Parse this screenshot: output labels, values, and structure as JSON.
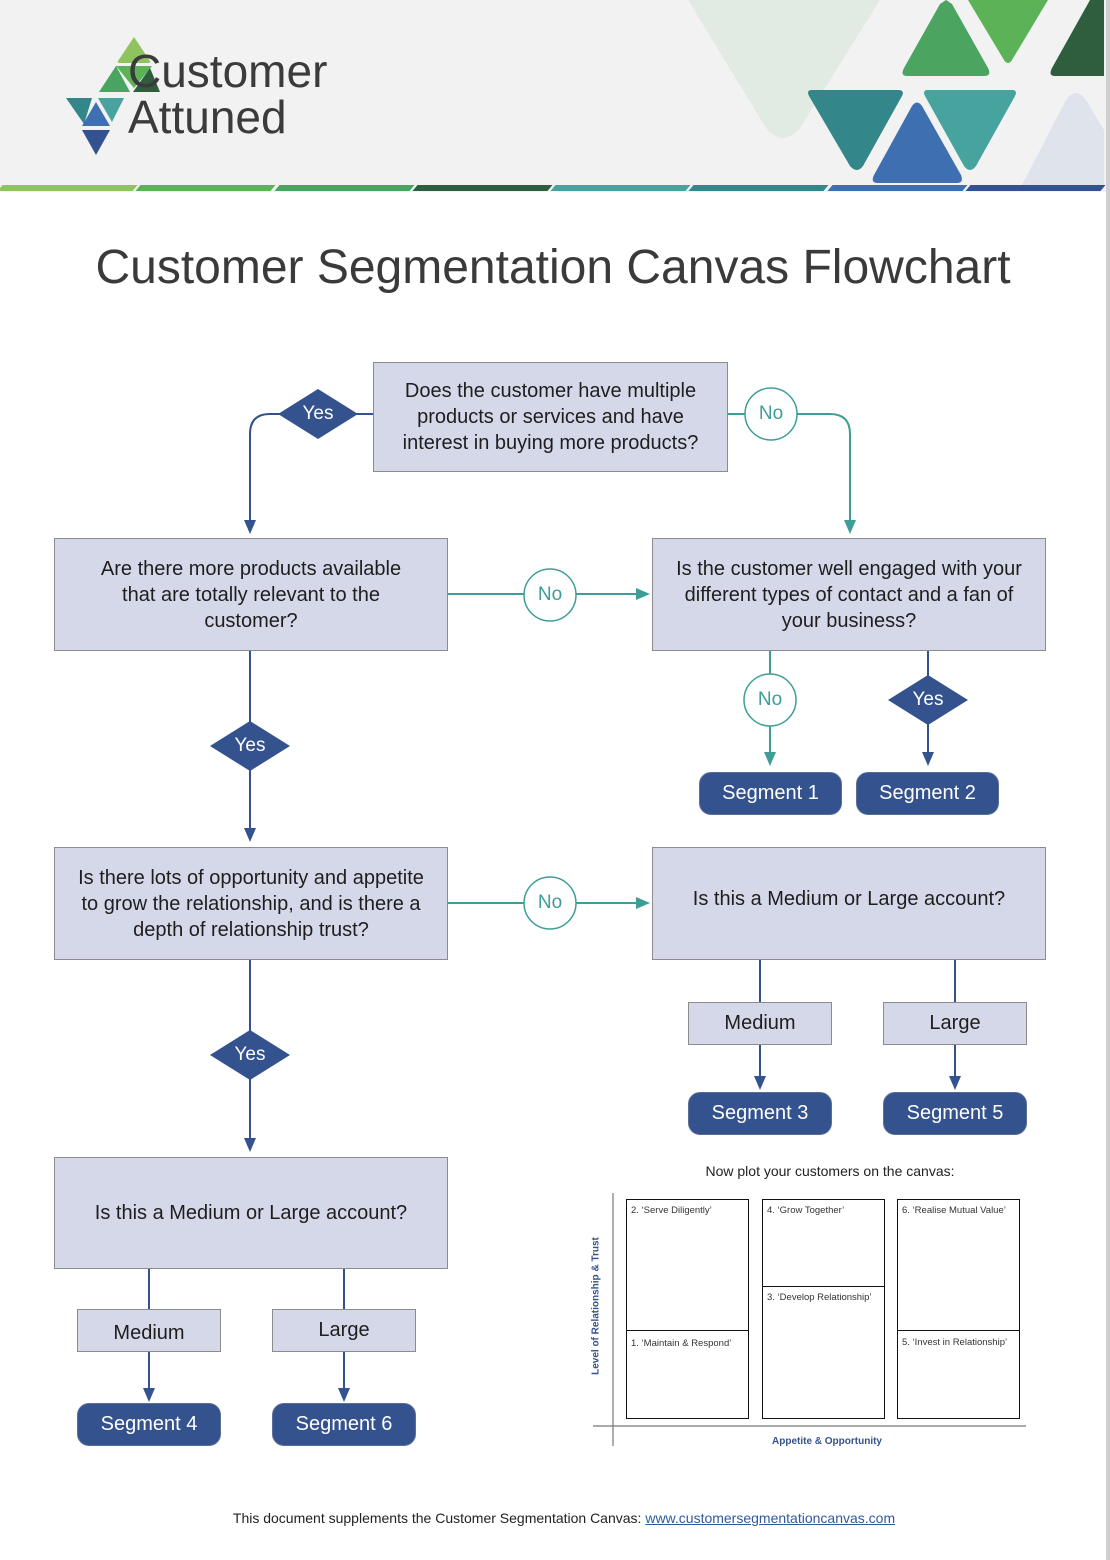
{
  "header": {
    "brand_line1": "Customer",
    "brand_line2": "Attuned",
    "stripe_colors": [
      "#8fc35f",
      "#5cb256",
      "#4aa461",
      "#2e5e3e",
      "#46a39d",
      "#33878a",
      "#3e6fb0",
      "#33528f"
    ],
    "accent_colors": {
      "navy": "#34528e",
      "teal": "#3d9e97",
      "box_fill": "#d5d8e9"
    }
  },
  "title": "Customer Segmentation Canvas Flowchart",
  "flowchart": {
    "q1": "Does the customer have multiple products or services and have interest in buying more products?",
    "q2": "Are there more products available that are totally relevant to the customer?",
    "q3": "Is the customer well engaged with your different types of contact and a fan of your business?",
    "q4": "Is there lots of opportunity and appetite to grow the relationship, and is there a depth of relationship trust?",
    "q5": "Is this a Medium or Large account?",
    "q6": "Is this a Medium or Large account?",
    "yes": "Yes",
    "no": "No",
    "medium": "Medium",
    "large": "Large",
    "segments": [
      "Segment 1",
      "Segment 2",
      "Segment 3",
      "Segment 4",
      "Segment 5",
      "Segment 6"
    ]
  },
  "canvas": {
    "intro": "Now plot your customers on the canvas:",
    "y_axis": "Level of Relationship & Trust",
    "x_axis": "Appetite & Opportunity",
    "cells": [
      "2. ‘Serve Diligently’",
      "1. ‘Maintain & Respond’",
      "4. ‘Grow Together’",
      "3. ‘Develop Relationship’",
      "6. ‘Realise Mutual Value’",
      "5. ‘Invest in Relationship’"
    ]
  },
  "footer": {
    "text": "This document supplements the Customer Segmentation Canvas: ",
    "link": "www.customersegmentationcanvas.com"
  }
}
